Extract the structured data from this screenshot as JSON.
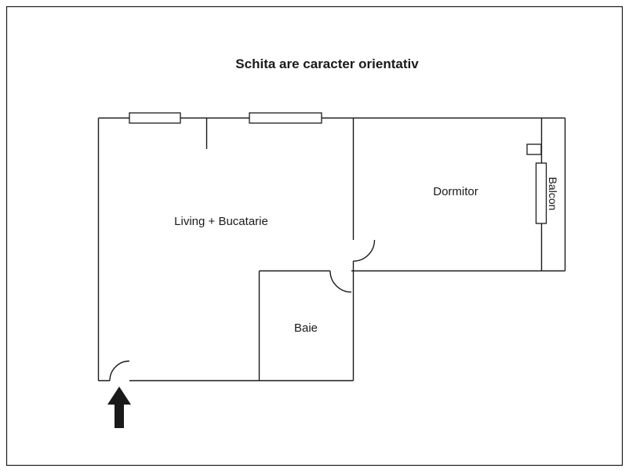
{
  "page": {
    "title": "Schita are caracter orientativ"
  },
  "floorplan": {
    "labels": {
      "living": "Living + Bucatarie",
      "dormitor": "Dormitor",
      "baie": "Baie",
      "balcon": "Balcon"
    },
    "icons": {
      "entrance_arrow": "↑"
    },
    "colors": {
      "line": "#1a1a1a",
      "background": "#ffffff"
    }
  }
}
